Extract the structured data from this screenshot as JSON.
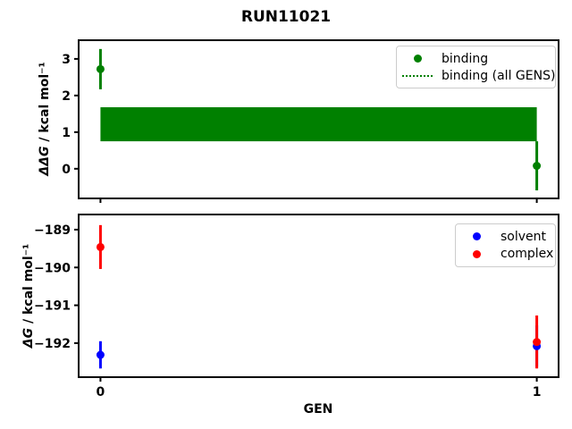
{
  "chart_data": {
    "type": "errorbar",
    "title": "RUN11021",
    "xlabel": "GEN",
    "grid": false,
    "colors": {
      "binding": "#008000",
      "solvent": "#0000ff",
      "complex": "#ff0000",
      "frame": "#000000"
    },
    "subplots": [
      {
        "ylabel": {
          "math": "ΔΔG",
          "rest": " / kcal mol⁻¹"
        },
        "xlim": [
          -0.05,
          1.05
        ],
        "ylim": [
          -0.81,
          3.51
        ],
        "yticks": [
          {
            "v": 3,
            "label": "3"
          },
          {
            "v": 2,
            "label": "2"
          },
          {
            "v": 1,
            "label": "1"
          },
          {
            "v": 0,
            "label": "0"
          }
        ],
        "xticks": [
          {
            "v": 0,
            "label": ""
          },
          {
            "v": 1,
            "label": ""
          }
        ],
        "series": [
          {
            "name": "binding",
            "color": "#008000",
            "marker": "circle",
            "points": [
              {
                "x": 0,
                "y": 2.72,
                "err": 0.55
              },
              {
                "x": 1,
                "y": 0.08,
                "err": 0.67
              }
            ]
          }
        ],
        "band": {
          "name": "binding (all GENS)",
          "color": "#008000",
          "x": [
            0,
            1
          ],
          "ylow": 0.75,
          "yhigh": 1.68
        },
        "legend": [
          {
            "label": "binding",
            "marker": "dot",
            "color": "#008000"
          },
          {
            "label": "binding (all GENS)",
            "marker": "dotted-line",
            "color": "#008000"
          }
        ],
        "legend_position": "upper right"
      },
      {
        "ylabel": {
          "math": "ΔG",
          "rest": " / kcal mol⁻¹"
        },
        "xlim": [
          -0.05,
          1.05
        ],
        "ylim": [
          -192.9,
          -188.6
        ],
        "yticks": [
          {
            "v": -189,
            "label": "−189"
          },
          {
            "v": -190,
            "label": "−190"
          },
          {
            "v": -191,
            "label": "−191"
          },
          {
            "v": -192,
            "label": "−192"
          }
        ],
        "xticks": [
          {
            "v": 0,
            "label": "0"
          },
          {
            "v": 1,
            "label": "1"
          }
        ],
        "series": [
          {
            "name": "solvent",
            "color": "#0000ff",
            "marker": "circle",
            "points": [
              {
                "x": 0,
                "y": -192.31,
                "err": 0.36
              },
              {
                "x": 1,
                "y": -192.08,
                "err": 0.55
              }
            ]
          },
          {
            "name": "complex",
            "color": "#ff0000",
            "marker": "circle",
            "points": [
              {
                "x": 0,
                "y": -189.46,
                "err": 0.58
              },
              {
                "x": 1,
                "y": -191.97,
                "err": 0.7
              }
            ]
          }
        ],
        "legend": [
          {
            "label": "solvent",
            "marker": "dot",
            "color": "#0000ff"
          },
          {
            "label": "complex",
            "marker": "dot",
            "color": "#ff0000"
          }
        ],
        "legend_position": "upper right"
      }
    ]
  }
}
